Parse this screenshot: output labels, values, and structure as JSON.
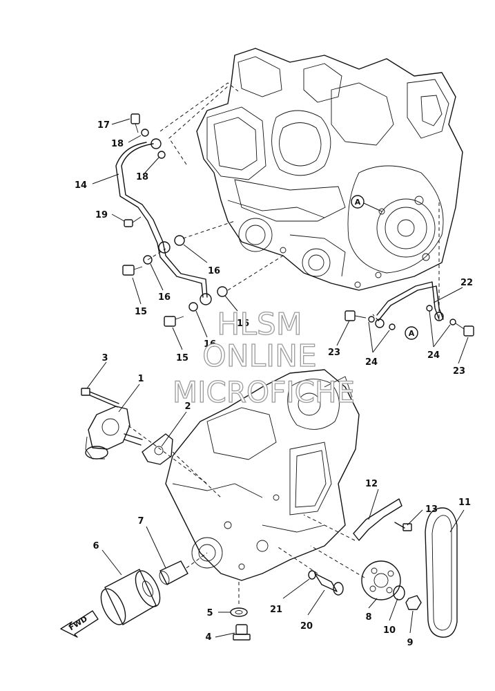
{
  "callouts": {
    "p1": "1",
    "p2": "2",
    "p3": "3",
    "p4": "4",
    "p5": "5",
    "p6": "6",
    "p7": "7",
    "p8": "8",
    "p9": "9",
    "p10": "10",
    "p11": "11",
    "p12": "12",
    "p13": "13",
    "p14": "14",
    "p15a": "15",
    "p15b": "15",
    "p16a": "16",
    "p16b": "16",
    "p16c": "16",
    "p16d": "16",
    "p17": "17",
    "p18a": "18",
    "p18b": "18",
    "p19": "19",
    "p20": "20",
    "p21": "21",
    "p22": "22",
    "p23a": "23",
    "p23b": "23",
    "p24a": "24",
    "p24b": "24"
  },
  "reference_marks": {
    "a1": "A",
    "a2": "A"
  },
  "direction_arrow": {
    "label": "FWD"
  },
  "watermark": {
    "line1": "HLSM",
    "line2": "ONLINE",
    "line3": "MICROFICHE"
  }
}
